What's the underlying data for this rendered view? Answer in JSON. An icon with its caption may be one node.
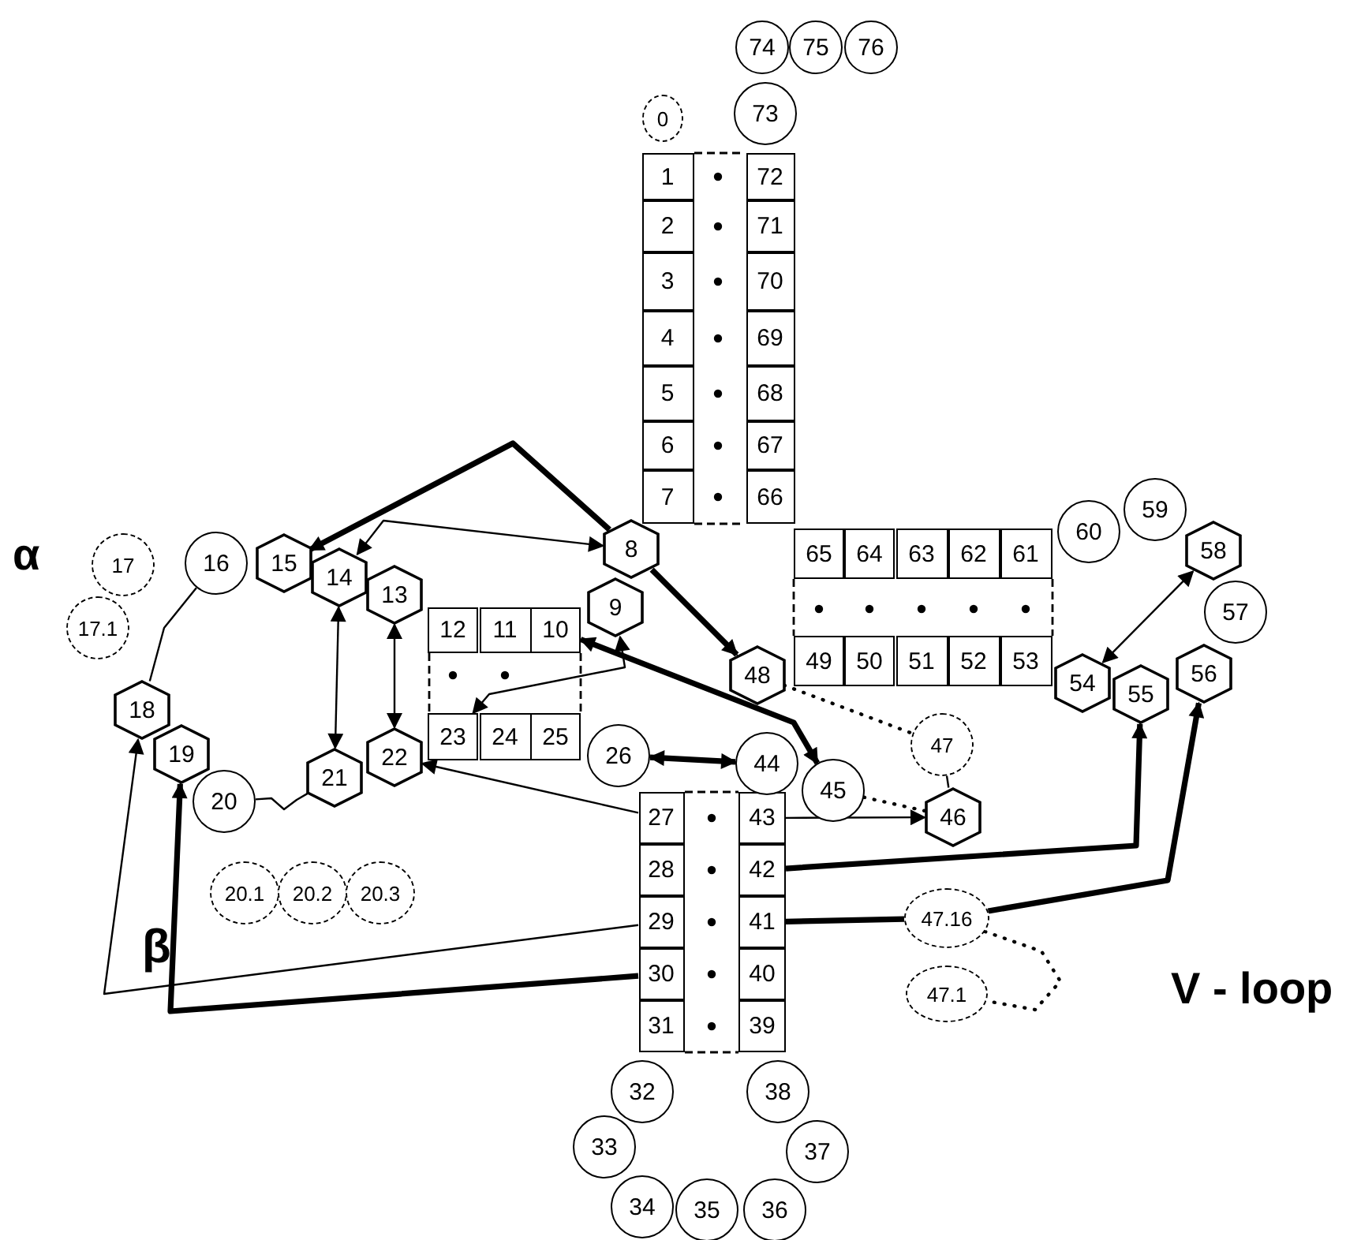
{
  "diagram": {
    "nodes": [
      {
        "text": [
          "0"
        ]
      },
      {
        "text": [
          "1"
        ]
      },
      {
        "text": [
          "2"
        ]
      },
      {
        "text": [
          "3"
        ]
      },
      {
        "text": [
          "4"
        ]
      },
      {
        "text": [
          "5"
        ]
      },
      {
        "text": [
          "6"
        ]
      },
      {
        "text": [
          "7"
        ]
      },
      {
        "text": [
          "8"
        ]
      },
      {
        "text": [
          "9"
        ]
      },
      {
        "text": [
          "10"
        ]
      },
      {
        "text": [
          "11"
        ]
      },
      {
        "text": [
          "12"
        ]
      },
      {
        "text": [
          "13"
        ]
      },
      {
        "text": [
          "14"
        ]
      },
      {
        "text": [
          "15"
        ]
      },
      {
        "text": [
          "16"
        ]
      },
      {
        "text": [
          "17"
        ]
      },
      {
        "text": [
          "17.1"
        ]
      },
      {
        "text": [
          "18"
        ]
      },
      {
        "text": [
          "19"
        ]
      },
      {
        "text": [
          "20"
        ]
      },
      {
        "text": [
          "20.1"
        ]
      },
      {
        "text": [
          "20.2"
        ]
      },
      {
        "text": [
          "20.3"
        ]
      },
      {
        "text": [
          "21"
        ]
      },
      {
        "text": [
          "22"
        ]
      },
      {
        "text": [
          "23"
        ]
      },
      {
        "text": [
          "24"
        ]
      },
      {
        "text": [
          "25"
        ]
      },
      {
        "text": [
          "26"
        ]
      },
      {
        "text": [
          "27"
        ]
      },
      {
        "text": [
          "28"
        ]
      },
      {
        "text": [
          "29"
        ]
      },
      {
        "text": [
          "30"
        ]
      },
      {
        "text": [
          "31"
        ]
      },
      {
        "text": [
          "32"
        ]
      },
      {
        "text": [
          "33"
        ]
      },
      {
        "text": [
          "34"
        ]
      },
      {
        "text": [
          "35"
        ]
      },
      {
        "text": [
          "36"
        ]
      },
      {
        "text": [
          "37"
        ]
      },
      {
        "text": [
          "38"
        ]
      },
      {
        "text": [
          "39"
        ]
      },
      {
        "text": [
          "40"
        ]
      },
      {
        "text": [
          "41"
        ]
      },
      {
        "text": [
          "42"
        ]
      },
      {
        "text": [
          "43"
        ]
      },
      {
        "text": [
          "44"
        ]
      },
      {
        "text": [
          "45"
        ]
      },
      {
        "text": [
          "46"
        ]
      },
      {
        "text": [
          "47"
        ]
      },
      {
        "text": [
          "47.1"
        ]
      },
      {
        "text": [
          "47.16"
        ]
      },
      {
        "text": [
          "48"
        ]
      },
      {
        "text": [
          "49"
        ]
      },
      {
        "text": [
          "50"
        ]
      },
      {
        "text": [
          "51"
        ]
      },
      {
        "text": [
          "52"
        ]
      },
      {
        "text": [
          "53"
        ]
      },
      {
        "text": [
          "54"
        ]
      },
      {
        "text": [
          "55"
        ]
      },
      {
        "text": [
          "56"
        ]
      },
      {
        "text": [
          "57"
        ]
      },
      {
        "text": [
          "58"
        ]
      },
      {
        "text": [
          "59"
        ]
      },
      {
        "text": [
          "60"
        ]
      },
      {
        "text": [
          "61"
        ]
      },
      {
        "text": [
          "62"
        ]
      },
      {
        "text": [
          "63"
        ]
      },
      {
        "text": [
          "64"
        ]
      },
      {
        "text": [
          "65"
        ]
      },
      {
        "text": [
          "66"
        ]
      },
      {
        "text": [
          "67"
        ]
      },
      {
        "text": [
          "68"
        ]
      },
      {
        "text": [
          "69"
        ]
      },
      {
        "text": [
          "70"
        ]
      },
      {
        "text": [
          "71"
        ]
      },
      {
        "text": [
          "72"
        ]
      },
      {
        "text": [
          "73"
        ]
      },
      {
        "text": [
          "74"
        ]
      },
      {
        "text": [
          "75"
        ]
      },
      {
        "text": [
          "76"
        ]
      }
    ],
    "edges": [
      {
        "from": 8,
        "to": 15,
        "arrow": "to",
        "style": "thick"
      },
      {
        "from": 8,
        "to": 14,
        "arrow": "both"
      },
      {
        "from": 8,
        "to": 54,
        "arrow": "to",
        "style": "thick"
      },
      {
        "from": 14,
        "to": 25,
        "arrow": "both"
      },
      {
        "from": 13,
        "to": 26,
        "arrow": "both"
      },
      {
        "from": 9,
        "to": 27,
        "arrow": "both"
      },
      {
        "from": 10,
        "to": 49,
        "arrow": "both",
        "style": "thick"
      },
      {
        "from": 30,
        "to": 48,
        "arrow": "both",
        "style": "thick"
      },
      {
        "from": 47,
        "to": 50,
        "arrow": "to"
      },
      {
        "from": 31,
        "to": 26,
        "arrow": "to"
      },
      {
        "from": 33,
        "to": 19,
        "arrow": "to"
      },
      {
        "from": 34,
        "to": 20,
        "arrow": "to",
        "style": "thick"
      },
      {
        "from": 46,
        "to": 61,
        "arrow": "to",
        "style": "thick"
      },
      {
        "from": 45,
        "to": 53,
        "arrow": "none",
        "style": "thick"
      },
      {
        "from": 53,
        "to": 62,
        "arrow": "to",
        "style": "thick"
      },
      {
        "from": 60,
        "to": 64,
        "arrow": "both"
      },
      {
        "from": 16,
        "to": 19,
        "arrow": "none"
      },
      {
        "from": 21,
        "to": 25,
        "arrow": "none"
      },
      {
        "from": 54,
        "to": 51,
        "arrow": "none",
        "style": "dashed"
      },
      {
        "from": 51,
        "to": 50,
        "arrow": "none"
      },
      {
        "from": 49,
        "to": 50,
        "arrow": "none",
        "style": "dashed"
      },
      {
        "from": 53,
        "to": 52,
        "arrow": "none",
        "style": "dashed"
      }
    ],
    "labels": [
      "α",
      "β",
      "V - loop"
    ]
  }
}
